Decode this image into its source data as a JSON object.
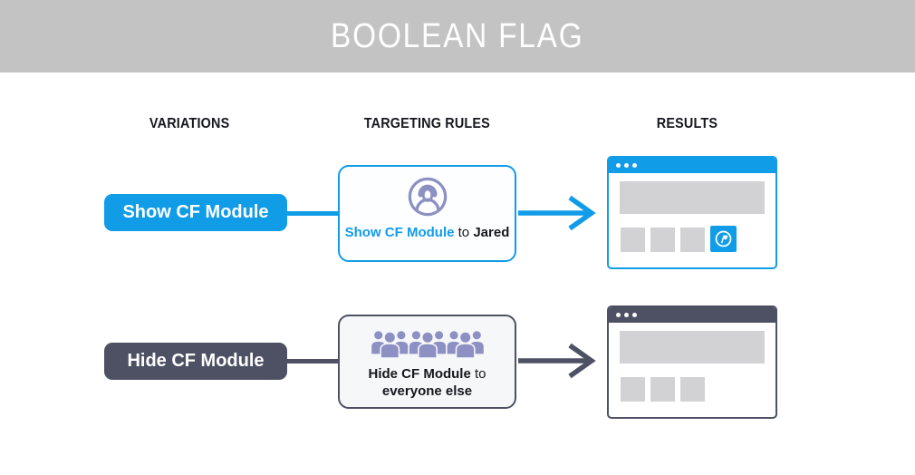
{
  "header": {
    "title": "BOOLEAN FLAG"
  },
  "columns": {
    "variations": "VARIATIONS",
    "targeting_rules": "TARGETING RULES",
    "results": "RESULTS"
  },
  "rows": [
    {
      "variation": "Show CF Module",
      "rule": {
        "flag": "Show CF Module",
        "connector": "to",
        "audience": "Jared"
      },
      "rule_icon": "single-user-icon",
      "result": {
        "window_style": "blue",
        "placeholder_blocks": 3,
        "cf_module_visible": true
      }
    },
    {
      "variation": "Hide CF Module",
      "rule": {
        "flag": "Hide CF Module",
        "connector": "to",
        "audience": "everyone else"
      },
      "rule_icon": "crowd-icon",
      "result": {
        "window_style": "dark",
        "placeholder_blocks": 3,
        "cf_module_visible": false
      }
    }
  ],
  "colors": {
    "accent_blue": "#119CE8",
    "accent_dark": "#4E5164",
    "icon_purple": "#8D90C2",
    "header_bg": "#C3C3C3",
    "placeholder_gray": "#D2D2D4"
  }
}
